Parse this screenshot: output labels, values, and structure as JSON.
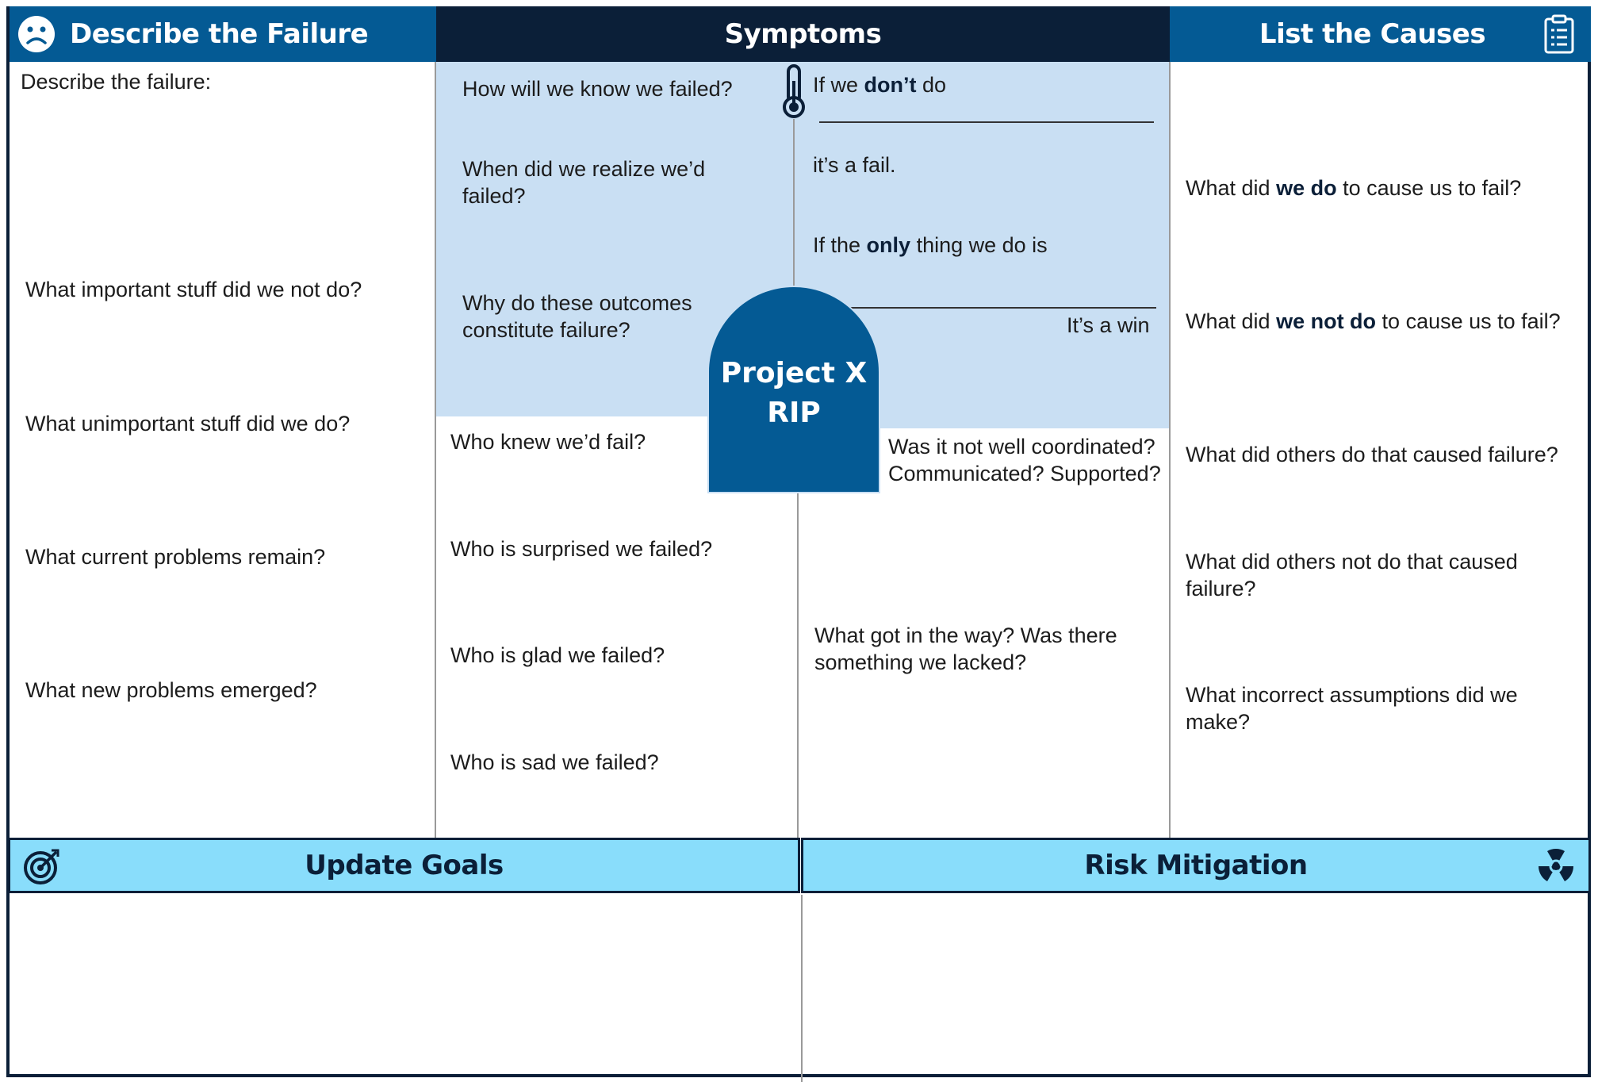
{
  "describe": {
    "header": "Describe the Failure",
    "icon": "sad-face-icon",
    "prompt": "Describe the failure:",
    "questions": [
      "What important stuff did we not do?",
      "What unimportant stuff did we do?",
      "What current problems remain?",
      "What new problems emerged?"
    ]
  },
  "symptoms": {
    "header": "Symptoms",
    "left_questions": [
      "How will we know we failed?",
      "When did we realize we’d failed?",
      "Why do these outcomes constitute failure?"
    ],
    "criteria": {
      "fail_pre": "If we ",
      "fail_bold": "don’t",
      "fail_post": " do",
      "fail_end": "it’s a fail.",
      "win_pre": "If the ",
      "win_bold": "only",
      "win_post": " thing we do is",
      "win_end": "It’s a win"
    },
    "thermometer_icon": "thermometer-icon",
    "tombstone": {
      "line1": "Project X",
      "line2": "RIP"
    },
    "lower_left": [
      "Who knew we’d fail?",
      "Who is surprised we failed?",
      "Who is glad we failed?",
      "Who is sad we failed?"
    ],
    "lower_right": [
      "Was it not well coordinated? Communicated? Supported?",
      "What got in the way? Was there something we lacked?"
    ]
  },
  "causes": {
    "header": "List the Causes",
    "icon": "clipboard-icon",
    "questions": [
      {
        "pre": "What did ",
        "bold": "we do",
        "post": " to cause us to fail?"
      },
      {
        "pre": "What did ",
        "bold": "we not do",
        "post": " to cause us to fail?"
      },
      {
        "pre": "What did others do that caused failure?",
        "bold": "",
        "post": ""
      },
      {
        "pre": "What did others not do that caused failure?",
        "bold": "",
        "post": ""
      },
      {
        "pre": "What incorrect assumptions did we make?",
        "bold": "",
        "post": ""
      }
    ]
  },
  "goals": {
    "header": "Update Goals",
    "icon": "target-icon"
  },
  "risk": {
    "header": "Risk Mitigation",
    "icon": "radiation-icon"
  },
  "colors": {
    "header_blue": "#045a94",
    "header_dark": "#0b1f38",
    "header_light": "#89ddfb",
    "panel_light": "#c9dff3",
    "tombstone": "#045a94"
  }
}
